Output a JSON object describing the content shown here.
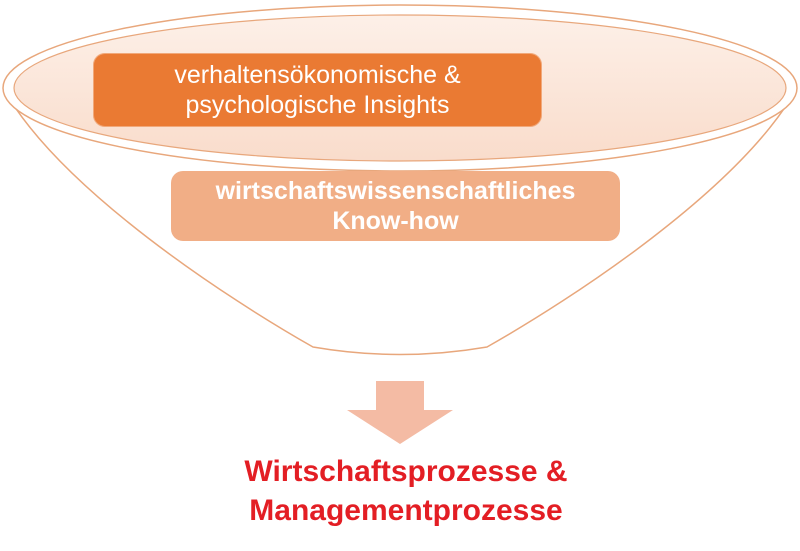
{
  "diagram": {
    "funnel_inputs": [
      {
        "line1": "verhaltensökonomische &",
        "line2": "psychologische Insights"
      },
      {
        "line1": "wirtschaftswissenschaftliches",
        "line2": "Know-how"
      }
    ],
    "output": {
      "line1": "Wirtschaftsprozesse &",
      "line2": "Managementprozesse"
    }
  },
  "colors": {
    "funnel_outline": "#e8a77c",
    "funnel_rim_fill": "#fbe3d6",
    "input_box_1": "#ea7a33",
    "input_box_2": "#f1ae86",
    "arrow": "#f4bba4",
    "output_text": "#e31e24"
  }
}
